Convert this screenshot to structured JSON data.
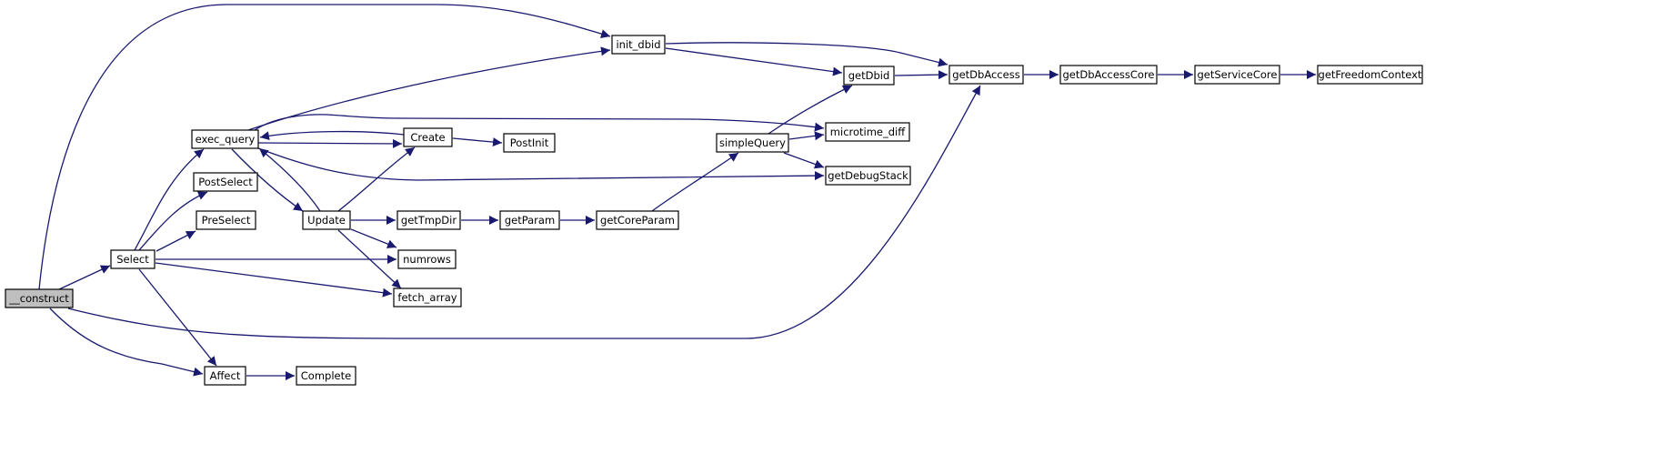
{
  "colors": {
    "edge": "#191970",
    "node_fill": "#ffffff",
    "node_border": "#000000",
    "highlight_fill": "#bfbfbf"
  },
  "nodes": [
    {
      "id": "construct",
      "label": "__construct",
      "highlighted": true
    },
    {
      "id": "select",
      "label": "Select"
    },
    {
      "id": "affect",
      "label": "Affect"
    },
    {
      "id": "complete",
      "label": "Complete"
    },
    {
      "id": "exec_query",
      "label": "exec_query"
    },
    {
      "id": "postselect",
      "label": "PostSelect"
    },
    {
      "id": "preselect",
      "label": "PreSelect"
    },
    {
      "id": "update",
      "label": "Update"
    },
    {
      "id": "create",
      "label": "Create"
    },
    {
      "id": "postinit",
      "label": "PostInit"
    },
    {
      "id": "gettmpdir",
      "label": "getTmpDir"
    },
    {
      "id": "numrows",
      "label": "numrows"
    },
    {
      "id": "fetch_array",
      "label": "fetch_array"
    },
    {
      "id": "getparam",
      "label": "getParam"
    },
    {
      "id": "getcoreparam",
      "label": "getCoreParam"
    },
    {
      "id": "simplequery",
      "label": "simpleQuery"
    },
    {
      "id": "init_dbid",
      "label": "init_dbid"
    },
    {
      "id": "getdbid",
      "label": "getDbid"
    },
    {
      "id": "microtime_diff",
      "label": "microtime_diff"
    },
    {
      "id": "getdebugstack",
      "label": "getDebugStack"
    },
    {
      "id": "getdbaccess",
      "label": "getDbAccess"
    },
    {
      "id": "getdbaccesscore",
      "label": "getDbAccessCore"
    },
    {
      "id": "getservicecore",
      "label": "getServiceCore"
    },
    {
      "id": "getfreedomcontext",
      "label": "getFreedomContext"
    }
  ],
  "edges": [
    {
      "from": "construct",
      "to": "init_dbid"
    },
    {
      "from": "construct",
      "to": "select"
    },
    {
      "from": "construct",
      "to": "getdbaccess"
    },
    {
      "from": "construct",
      "to": "affect"
    },
    {
      "from": "select",
      "to": "exec_query"
    },
    {
      "from": "select",
      "to": "postselect"
    },
    {
      "from": "select",
      "to": "preselect"
    },
    {
      "from": "select",
      "to": "numrows"
    },
    {
      "from": "select",
      "to": "fetch_array"
    },
    {
      "from": "select",
      "to": "affect"
    },
    {
      "from": "affect",
      "to": "complete"
    },
    {
      "from": "exec_query",
      "to": "init_dbid"
    },
    {
      "from": "exec_query",
      "to": "microtime_diff"
    },
    {
      "from": "exec_query",
      "to": "create"
    },
    {
      "from": "exec_query",
      "to": "getdebugstack"
    },
    {
      "from": "exec_query",
      "to": "update"
    },
    {
      "from": "update",
      "to": "exec_query"
    },
    {
      "from": "update",
      "to": "create"
    },
    {
      "from": "update",
      "to": "gettmpdir"
    },
    {
      "from": "update",
      "to": "numrows"
    },
    {
      "from": "update",
      "to": "fetch_array"
    },
    {
      "from": "create",
      "to": "exec_query"
    },
    {
      "from": "create",
      "to": "postinit"
    },
    {
      "from": "gettmpdir",
      "to": "getparam"
    },
    {
      "from": "getparam",
      "to": "getcoreparam"
    },
    {
      "from": "getcoreparam",
      "to": "simplequery"
    },
    {
      "from": "simplequery",
      "to": "getdbid"
    },
    {
      "from": "simplequery",
      "to": "microtime_diff"
    },
    {
      "from": "simplequery",
      "to": "getdebugstack"
    },
    {
      "from": "init_dbid",
      "to": "getdbid"
    },
    {
      "from": "init_dbid",
      "to": "getdbaccess"
    },
    {
      "from": "getdbid",
      "to": "getdbaccess"
    },
    {
      "from": "getdbaccess",
      "to": "getdbaccesscore"
    },
    {
      "from": "getdbaccesscore",
      "to": "getservicecore"
    },
    {
      "from": "getservicecore",
      "to": "getfreedomcontext"
    }
  ]
}
